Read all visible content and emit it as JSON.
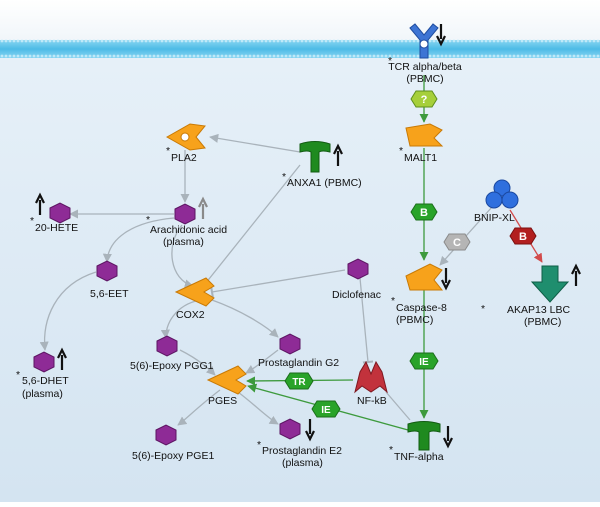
{
  "colors": {
    "background": "#dce9f4",
    "membrane": "#62c6ec",
    "cytoplasm": "#e2edf6",
    "protein": "#f7a21b",
    "metabolite": "#8e2b96",
    "inhibitor": "#1f8a1f",
    "edge_gray": "#a9b3bb",
    "edge_green": "#3d9a3d",
    "edge_red": "#d24b4b",
    "badge_green": "#29a329",
    "badge_yellow_green": "#a6cf3a",
    "badge_red": "#b21f1f",
    "badge_gray": "#b5b5b5",
    "receptor_blue": "#3d74d4",
    "complex_blue": "#2f6fde",
    "nfkb_red": "#c2323c",
    "akap_teal": "#1f8e6e"
  },
  "marker": "*",
  "nodes": {
    "tcr": {
      "label1": "TCR alpha/beta",
      "label2": "(PBMC)",
      "icon": "receptor-icon",
      "trend": "down"
    },
    "pla2": {
      "label1": "PLA2",
      "icon": "enzyme-icon"
    },
    "anxa1": {
      "label1": "ANXA1 (PBMC)",
      "icon": "inhibitor-icon",
      "trend": "up"
    },
    "malt1": {
      "label1": "MALT1",
      "icon": "protease-icon"
    },
    "hete": {
      "label1": "20-HETE",
      "icon": "metabolite-icon",
      "trend": "up"
    },
    "arachidonic": {
      "label1": "Arachidonic acid",
      "label2": "(plasma)",
      "icon": "metabolite-icon",
      "trend": "up"
    },
    "bnipxl": {
      "label1": "BNIP-XL",
      "icon": "complex-icon"
    },
    "eet": {
      "label1": "5,6-EET",
      "icon": "metabolite-icon"
    },
    "cox2": {
      "label1": "COX2",
      "icon": "enzyme-icon"
    },
    "diclofenac": {
      "label1": "Diclofenac",
      "icon": "metabolite-icon"
    },
    "caspase8": {
      "label1": "Caspase-8",
      "label2": "(PBMC)",
      "icon": "protease-icon",
      "trend": "down"
    },
    "akap13": {
      "label1": "AKAP13 LBC",
      "label2": "(PBMC)",
      "icon": "transcription-factor-icon",
      "trend": "up"
    },
    "dhet": {
      "label1": "5,6-DHET",
      "label2": "(plasma)",
      "icon": "metabolite-icon",
      "trend": "up"
    },
    "pgg1": {
      "label1": "5(6)-Epoxy PGG1",
      "icon": "metabolite-icon"
    },
    "pgg2": {
      "label1": "Prostaglandin G2",
      "icon": "metabolite-icon"
    },
    "pges": {
      "label1": "PGES",
      "icon": "enzyme-icon"
    },
    "nfkb": {
      "label1": "NF-kB",
      "icon": "transcription-factor-icon"
    },
    "pge1": {
      "label1": "5(6)-Epoxy PGE1",
      "icon": "metabolite-icon"
    },
    "pge2": {
      "label1": "Prostaglandin E2",
      "label2": "(plasma)",
      "icon": "metabolite-icon",
      "trend": "down"
    },
    "tnf": {
      "label1": "TNF-alpha",
      "icon": "inhibitor-icon",
      "trend": "down"
    }
  },
  "badges": {
    "q": "?",
    "b1": "B",
    "b2": "B",
    "c": "C",
    "ie1": "IE",
    "ie2": "IE",
    "tr": "TR"
  }
}
